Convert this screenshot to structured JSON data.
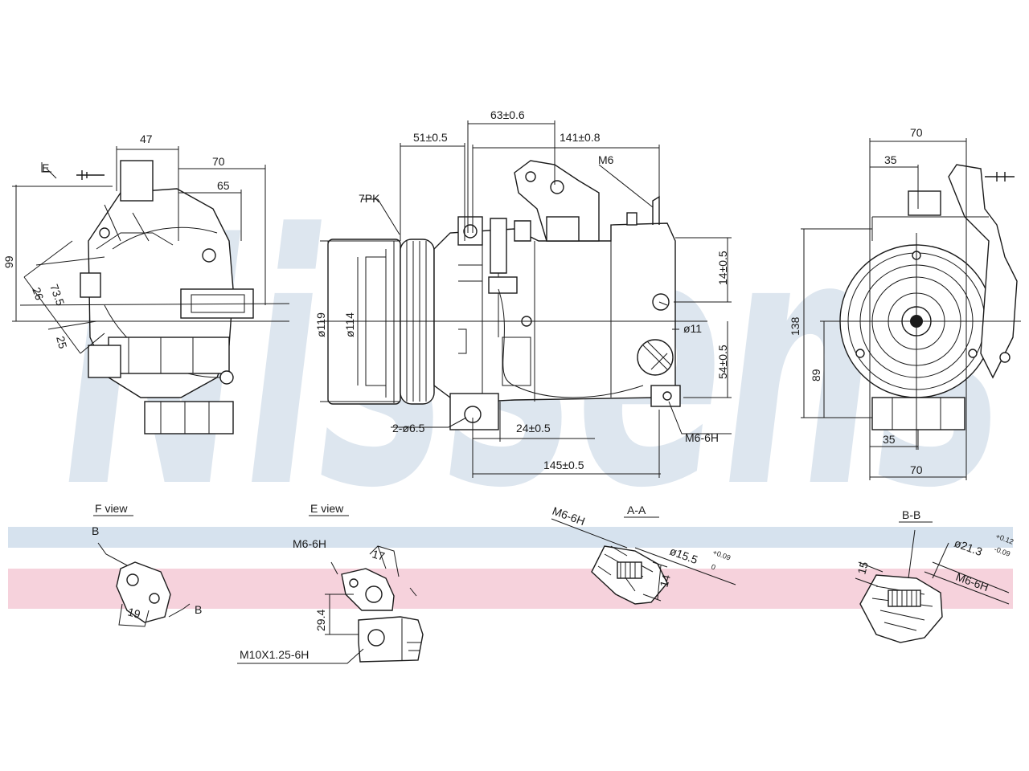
{
  "watermark": {
    "brand": "Nissens",
    "band_colors": [
      "#d6e2ee",
      "#f6d2dc"
    ]
  },
  "left_view": {
    "tag": "E",
    "dims": [
      "47",
      "70",
      "65",
      "99",
      "73.5",
      "26",
      "25"
    ]
  },
  "front_view": {
    "dims": {
      "top1": "63±0.6",
      "top2": "51±0.5",
      "top3": "141±0.8",
      "m6": "M6",
      "pk": "7PK",
      "d119": "ø119",
      "d114": "ø114",
      "v14": "14±0.5",
      "d11": "ø11",
      "v54": "54±0.5",
      "holes": "2-ø6.5",
      "b24": "24±0.5",
      "m66h": "M6-6H",
      "b145": "145±0.5"
    }
  },
  "right_view": {
    "dims": [
      "70",
      "35",
      "138",
      "89",
      "35",
      "70"
    ]
  },
  "details": {
    "fview": {
      "title": "F view",
      "label_b1": "B",
      "label_b2": "B",
      "dim": "19"
    },
    "eview": {
      "title": "E view",
      "thread1": "M6-6H",
      "dim1": "17",
      "dim2": "29.4",
      "thread2": "M10X1.25-6H"
    },
    "aa": {
      "title": "A-A",
      "thread": "M6-6H",
      "dia": "ø15.5",
      "tol_up": "+0.09",
      "tol_dn": "0",
      "dim": "14"
    },
    "bb": {
      "title": "B-B",
      "dia": "ø21.3",
      "tol_up": "+0.12",
      "tol_dn": "-0.09",
      "dim": "15",
      "thread": "M6-6H"
    }
  }
}
